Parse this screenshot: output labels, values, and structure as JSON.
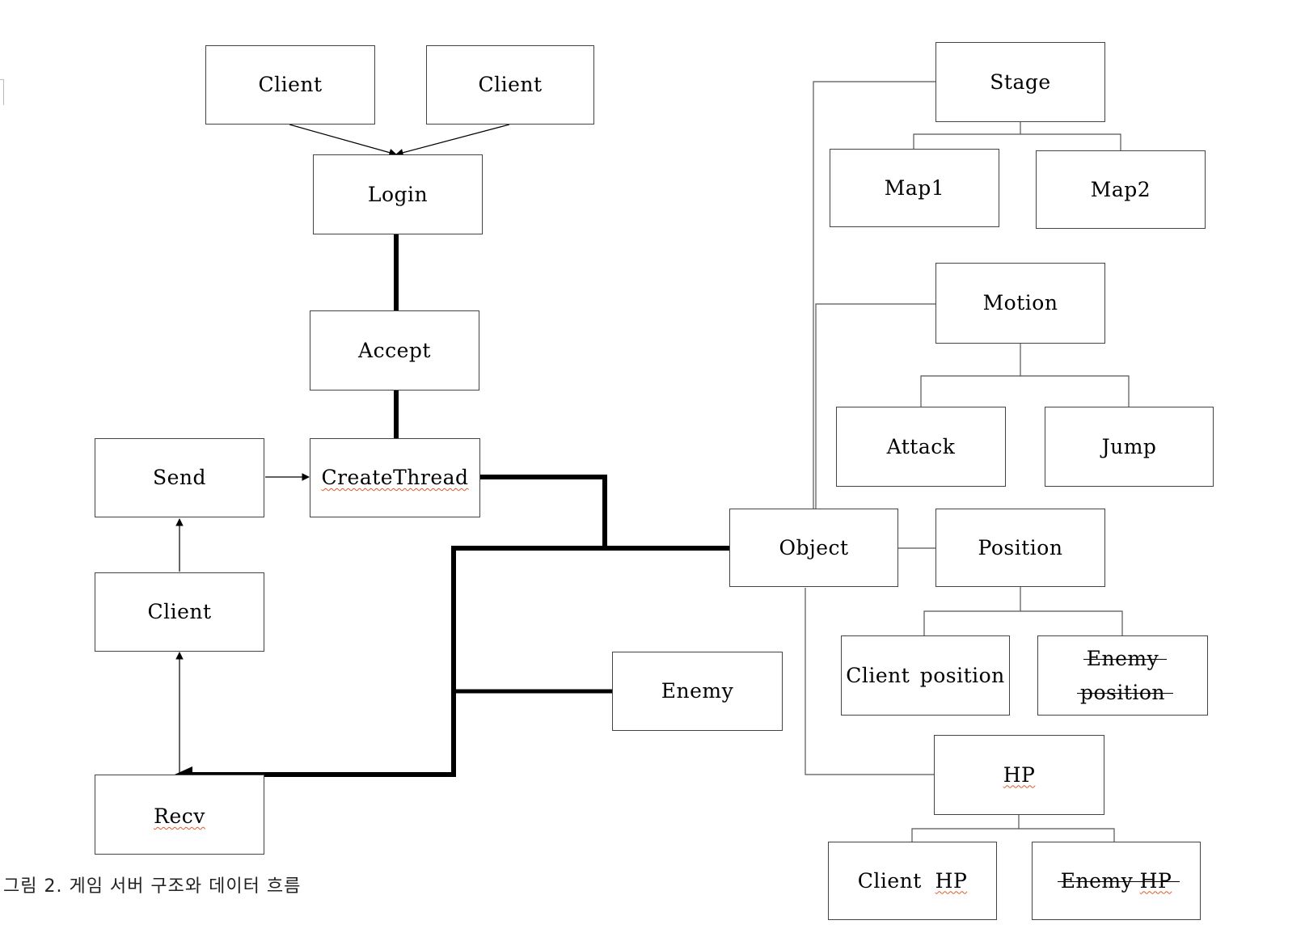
{
  "nodes": {
    "client_top_left": "Client",
    "client_top_right": "Client",
    "login": "Login",
    "accept": "Accept",
    "create_thread": "CreateThread",
    "send": "Send",
    "client_mid": "Client",
    "recv": "Recv",
    "enemy": "Enemy",
    "object": "Object",
    "stage": "Stage",
    "map1": "Map1",
    "map2": "Map2",
    "motion": "Motion",
    "attack": "Attack",
    "jump": "Jump",
    "position": "Position",
    "client_position": "Client position",
    "enemy_position_line1": "Enemy",
    "enemy_position_line2": "position",
    "hp": "HP",
    "client_hp_prefix": "Client",
    "client_hp_suffix": "HP",
    "enemy_hp_prefix": "Enemy",
    "enemy_hp_suffix": "HP"
  },
  "caption": "그림 2. 게임 서버 구조와 데이터 흐름",
  "colors": {
    "line": "#000000",
    "border": "#444444",
    "spellcheck_underline": "#e05a2a"
  }
}
